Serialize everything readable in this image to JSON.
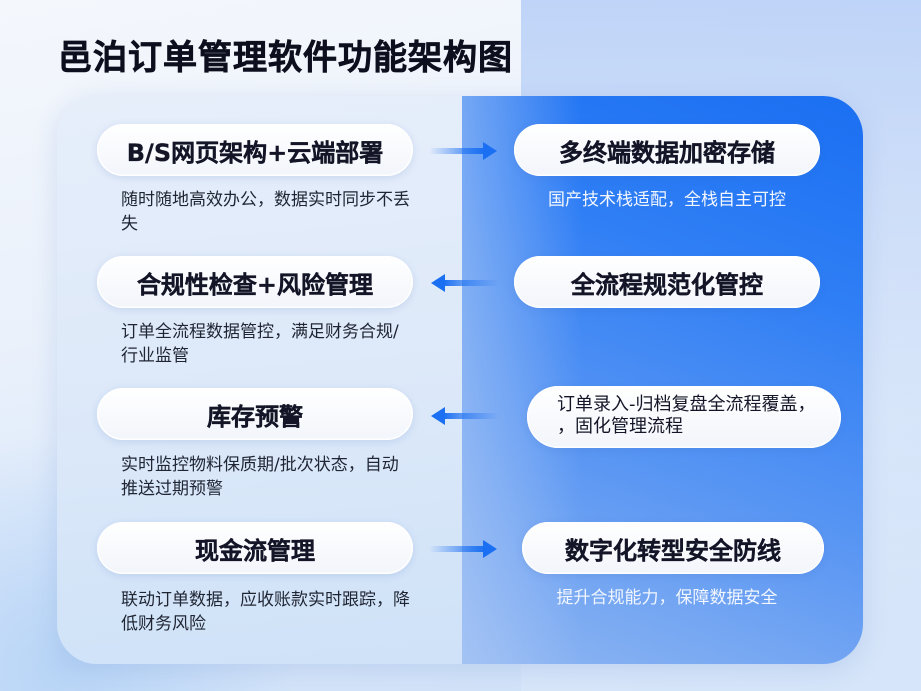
{
  "title": "邑泊订单管理软件功能架构图",
  "colors": {
    "accent": "#1a6ff2",
    "title_text": "#0d0f1e",
    "pill_bg": "#ffffff",
    "right_desc_text": "#f2f6ff"
  },
  "rows": [
    {
      "left_title": "B/S网页架构+云端部署",
      "left_desc": "随时随地高效办公，数据实时同步不丢失",
      "arrow": "right",
      "right_title": "多终端数据加密存储",
      "right_desc": "国产技术栈适配，全栈自主可控"
    },
    {
      "left_title": "合规性检查+风险管理",
      "left_desc": "订单全流程数据管控，满足财务合规/行业监管",
      "arrow": "left",
      "right_title": "全流程规范化管控",
      "right_desc": ""
    },
    {
      "left_title": "库存预警",
      "left_desc": "实时监控物料保质期/批次状态，自动推送过期预警",
      "arrow": "left",
      "right_title": "订单录入-归档复盘全流程覆盖，\n，固化管理流程",
      "right_desc": ""
    },
    {
      "left_title": "现金流管理",
      "left_desc": "联动订单数据，应收账款实时跟踪，降低财务风险",
      "arrow": "right",
      "right_title": "数字化转型安全防线",
      "right_desc": "提升合规能力，保障数据安全"
    }
  ],
  "icons": {
    "arrow_right": "arrow-right-icon",
    "arrow_left": "arrow-left-icon"
  }
}
